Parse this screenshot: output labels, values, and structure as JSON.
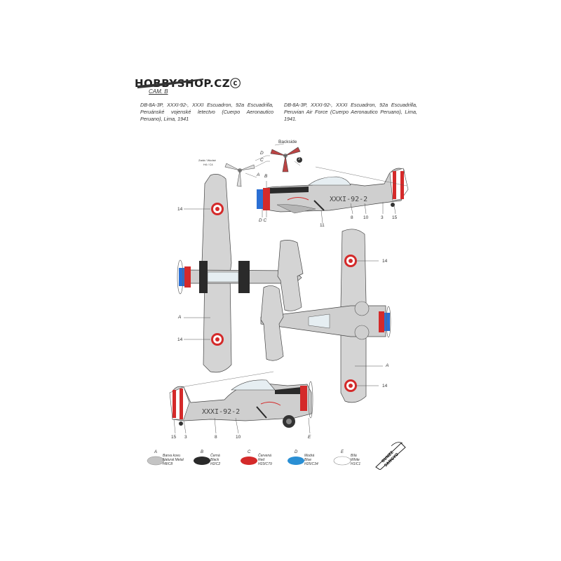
{
  "header": {
    "logo": "HOBBYSHOP.CZⓒ",
    "sub_code": "CAM. B"
  },
  "descriptions": {
    "czech": "DB-8A-3P, XXXI-92-, XXXI Escuadron, 92a Escuadrilla, Peruánské vojenské letectvo (Cuerpo Aeronautico Peruano), Lima, 1941",
    "english": "DB-8A-3P, XXXI-92-, XXXI Escuadron, 92a Escuadrilla, Peruvian Air Force (Cuerpo Aeronautico Peruano), Lima, 1941."
  },
  "prop_labels": {
    "backside": "Backside",
    "front_note_1": "Zadá / Wudsé",
    "front_note_2": "H4 / C4",
    "a": "A",
    "c": "C",
    "d": "D",
    "decal_3": "3"
  },
  "callouts": {
    "side_top_b": "B",
    "side_top_dc": "D C",
    "side_top_11": "11",
    "side_top_8": "8",
    "side_top_10": "10",
    "side_top_3": "3",
    "side_top_15": "15",
    "bottom_14_upper": "14",
    "bottom_a": "A",
    "bottom_14_lower": "14",
    "top_14_upper": "14",
    "top_a": "A",
    "top_14_lower": "14",
    "side_bot_15": "15",
    "side_bot_3": "3",
    "side_bot_8": "8",
    "side_bot_10": "10",
    "side_bot_e": "E"
  },
  "serial": "XXXI-92-2",
  "legend": [
    {
      "letter": "A",
      "color": "#c4c4c4",
      "line1": "Barva kovu",
      "line2": "Natural Metal",
      "line3": "H8/C8"
    },
    {
      "letter": "B",
      "color": "#2a2a2a",
      "line1": "Černá",
      "line2": "Black",
      "line3": "H2/C2"
    },
    {
      "letter": "C",
      "color": "#d42a2a",
      "line1": "Červená",
      "line2": "Red",
      "line3": "H23/C79"
    },
    {
      "letter": "D",
      "color": "#2a8fd4",
      "line1": "Modrá",
      "line2": "Blue",
      "line3": "H25/C34"
    },
    {
      "letter": "E",
      "color": "#ffffff",
      "line1": "Bílá",
      "line2": "White",
      "line3": "H1/C1"
    }
  ],
  "brand": {
    "line1": "GUNZE",
    "line2": "SANGYO"
  }
}
